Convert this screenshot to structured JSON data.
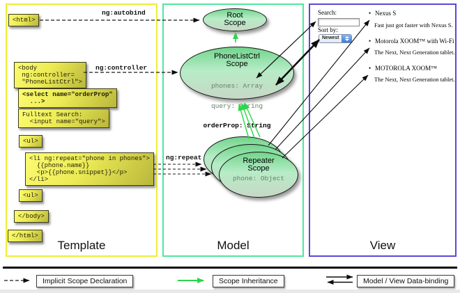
{
  "panels": {
    "template": {
      "label": "Template",
      "border_color": "#eeee33"
    },
    "model": {
      "label": "Model",
      "border_color": "#4de89c"
    },
    "view": {
      "label": "View",
      "border_color": "#5948d8"
    }
  },
  "template": {
    "boxes": [
      {
        "text": "<html>"
      },
      {
        "text": "<body\n ng:controller=\n \"PhoneListCtrl\">"
      },
      {
        "text": "<select name=\"orderProp\"\n  ...>"
      },
      {
        "text": "Fulltext Search:\n  <input name=\"query\">"
      },
      {
        "text": "<ul>"
      },
      {
        "text": "<li ng:repeat=\"phone in phones\">\n  {{phone.name}}\n  <p>{{phone.snippet}}</p>\n</li>"
      },
      {
        "text": "<ul>"
      },
      {
        "text": "</body>"
      },
      {
        "text": "</html>"
      }
    ],
    "directives": {
      "autobind": "ng:autobind",
      "controller": "ng:controller",
      "repeat": "ng:repeat"
    }
  },
  "model": {
    "root_scope": {
      "title": "Root\nScope"
    },
    "phonelist_scope": {
      "title": "PhoneListCtrl\nScope",
      "props": [
        "phones: Array",
        "query: String",
        "orderProp: String"
      ]
    },
    "repeater_scope": {
      "title": "Repeater\nScope",
      "prop": "phone: Object"
    }
  },
  "view": {
    "search_label": "Search:",
    "search_value": "",
    "sort_label": "Sort by:",
    "sort_value": "Newest",
    "bullet": "•",
    "items": [
      {
        "title": "Nexus S",
        "desc": "Fast just got faster with Nexus S."
      },
      {
        "title": "Motorola XOOM™ with Wi-Fi",
        "desc": "The Next, Next Generation tablet."
      },
      {
        "title": "MOTOROLA XOOM™",
        "desc": "The Next, Next Generation tablet."
      }
    ]
  },
  "legend": {
    "implicit": "Implicit Scope Declaration",
    "inheritance": "Scope Inheritance",
    "databinding": "Model / View Data-binding"
  },
  "colors": {
    "inheritance_arrow": "#2bd648",
    "declaration_arrow": "#1a1a1a",
    "binding_arrow": "#000000",
    "codebox_fill": "#ecea55",
    "scope_fill": "#8fdfa5"
  }
}
